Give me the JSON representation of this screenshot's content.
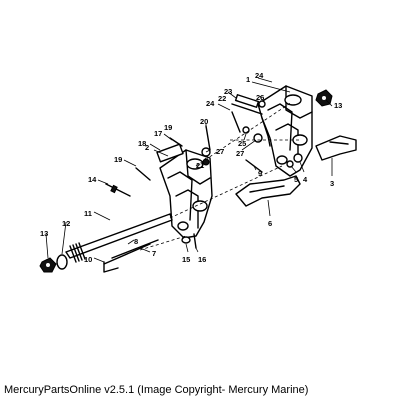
{
  "callouts": {
    "c1": "1",
    "c2": "2",
    "c3": "3",
    "c4": "4",
    "c5": "5",
    "c6": "6",
    "c7": "7",
    "c8": "8",
    "c9": "9",
    "c10": "10",
    "c11": "11",
    "c12": "12",
    "c13a": "13",
    "c13b": "13",
    "c14": "14",
    "c15": "15",
    "c16": "16",
    "c17": "17",
    "c18": "18",
    "c19": "19",
    "c19b": "19",
    "c20": "20",
    "c21": "21",
    "c22": "22",
    "c23": "23",
    "c24a": "24",
    "c24b": "24",
    "c25": "25",
    "c26": "26",
    "c27a": "27",
    "c27b": "27"
  },
  "footer": "MercuryPartsOnline v2.5.1 (Image Copyright- Mercury Marine)"
}
